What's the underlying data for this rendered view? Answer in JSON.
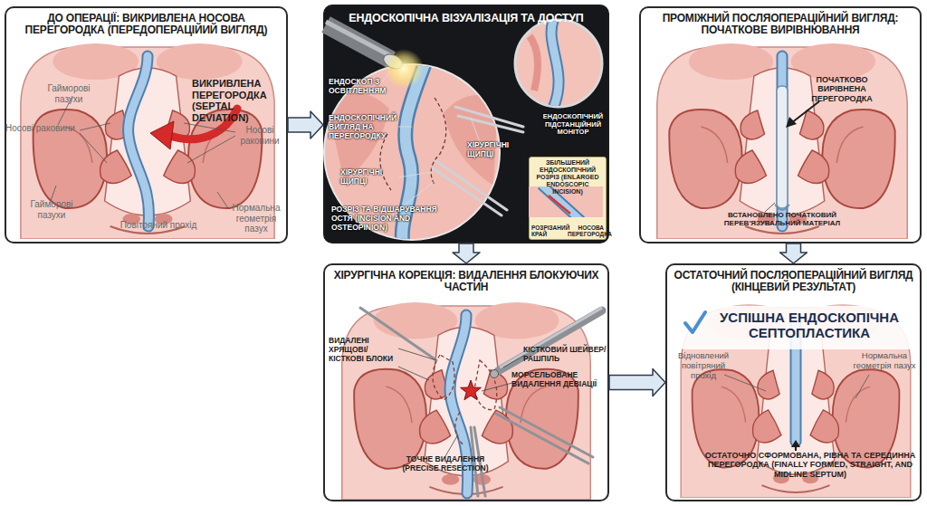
{
  "diagram": {
    "nodes": [
      {
        "text": [
          "ДО ОПЕРАЦІЇ: ВИКРИВЛЕНА НОСОВА ПЕРЕГОРОДКА (ПЕРЕДОПЕРАЦІЙИЙ ВИГЛЯД)"
        ]
      },
      {
        "text": [
          "ЕНДОСКОПІЧНА ВІЗУАЛІЗАЦІЯ ТА ДОСТУП"
        ]
      },
      {
        "text": [
          "ЗБІЛЬШЕНИЙ ЕНДОСКОПІЧНИЙ РОЗРІЗ (ENLARGED ENDOSCOPIC INCISION)",
          "РОЗРІЗАНИЙ КРАЙ",
          "НОСОВА ПЕРЕГОРОДКА"
        ],
        "in": 1
      },
      {
        "text": [
          "ПРОМІЖНИЙ ПОСЛЯОПЕРАЦІЙНИЙ ВИГЛЯД: ПОЧАТКОВЕ ВИРІВНЮВАННЯ"
        ]
      },
      {
        "text": [
          "ХІРУРГІЧНА КОРЕКЦІЯ: ВИДАЛЕННЯ БЛОКУЮЧИХ ЧАСТИН"
        ]
      },
      {
        "text": [
          "ОСТАТОЧНИЙ ПОСЛЯОПЕРАЦІЙНИЙ ВИГЛЯД (КІНЦЕВИЙ РЕЗУЛЬТАТ)"
        ]
      }
    ],
    "edges": [
      {
        "from": 0,
        "to": 1,
        "arrow": "to"
      },
      {
        "from": 1,
        "to": 4,
        "arrow": "to"
      },
      {
        "from": 3,
        "to": 5,
        "arrow": "to"
      },
      {
        "from": 4,
        "to": 5,
        "arrow": "to"
      }
    ],
    "labels": [
      "Гайморові пазухи",
      "Носові раковини",
      "ВИКРИВЛЕНА ПЕРЕГОРОДКА (SEPTAL DEVIATION)",
      "Носові раковини",
      "Гайморові пазухи",
      "Повітряний прохід",
      "Нормальна геометрія пазух",
      "ЕНДОСКОП З ОСВІТЛЕННЯМ",
      "ЕНДОСКОПІЧНИЙ ВИГЛЯД НА ПЕРЕГОРОДКУ",
      "ХІРУРГІЧНІ ЩИПЦІ",
      "ХІРУРГІЧНІ ЩИПЦІ",
      "РОЗРІЗ ТА ВІДШАРУВАННЯ ОСТЯ (INCISION AND OSTEOPINION)",
      "ЕНДОСКОПІЧНИЙ ПІДСТАНЦІЙНИЙ МОНІТОР",
      "ПОЧАТКОВО ВИРІВНЕНА ПЕРЕГОРОДКА",
      "ВСТАНОВЛЕНО ПОЧАТКОВИЙ ПЕРЕВ'ЯЗУВАЛЬНИЙ МАТЕРІАЛ",
      "ВИДАЛЕНІ ХРЯЩОВІ/КІСТКОВІ БЛОКИ",
      "КІСТКОВИЙ ШЕЙВЕР/РАШПІЛЬ",
      "МОРСЕЛЬОВАНЕ ВИДАЛЕННЯ ДЕВІАЦІЇ",
      "ТОЧНЕ ВИДАЛЕННЯ (PRECISE RESECTION)",
      "УСПІШНА ЕНДОСКОПІЧНА СЕПТОПЛАСТИКА",
      "Відновлений повітряний прохід",
      "Нормальна геометрія пазух",
      "ОСТАТОЧНО СФОРМОВАНА, РІВНА ТА СЕРЕДИННА ПЕРЕГОРОДКА (FINALLY FORMED, STRAIGHT, AND MIDLINE SEPTUM)"
    ]
  }
}
